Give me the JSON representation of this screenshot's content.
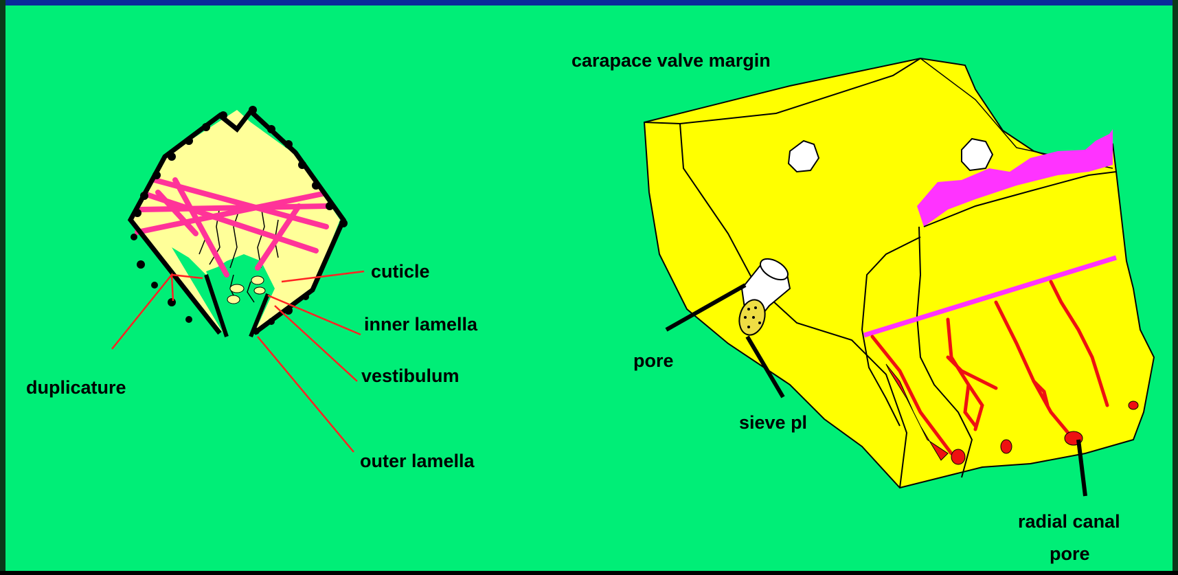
{
  "labels": {
    "cuticle": "cuticle",
    "inner_lamella": "inner lamella",
    "vestibulum": "vestibulum",
    "duplicature": "duplicature",
    "outer_lamella": "outer lamella",
    "carapace_valve_margin": "carapace valve margin",
    "pore": "pore",
    "sieve_pl": "sieve pl",
    "radial_canal_line1": "radial canal",
    "radial_canal_line2": "pore"
  },
  "colors": {
    "background": "#00ee77",
    "frame": "#0a2a9a",
    "shell_pale": "#ffff99",
    "shell_yellow": "#ffff00",
    "magenta": "#ff33ff",
    "pink_muscle": "#ff3399",
    "canal_red": "#ee1111",
    "pointer_red": "#ff2222"
  }
}
